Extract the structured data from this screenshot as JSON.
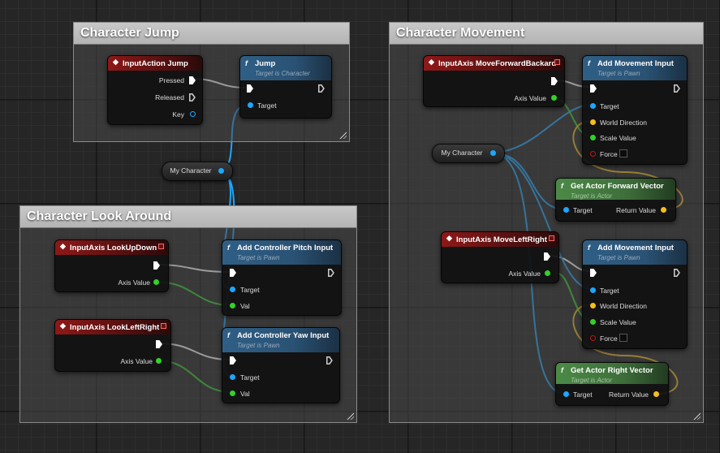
{
  "comments": [
    {
      "title": "Character Jump"
    },
    {
      "title": "Character Movement"
    },
    {
      "title": "Character Look Around"
    }
  ],
  "nodes": {
    "input_action_jump": {
      "title": "InputAction Jump",
      "pins": {
        "pressed": "Pressed",
        "released": "Released",
        "key": "Key"
      }
    },
    "jump": {
      "title": "Jump",
      "subtitle": "Target is Character",
      "pins": {
        "target": "Target"
      }
    },
    "my_character_1": {
      "label": "My Character"
    },
    "input_axis_look_up_down": {
      "title": "InputAxis LookUpDown",
      "pins": {
        "axis_value": "Axis Value"
      }
    },
    "add_controller_pitch_input": {
      "title": "Add Controller Pitch Input",
      "subtitle": "Target is Pawn",
      "pins": {
        "target": "Target",
        "val": "Val"
      }
    },
    "input_axis_look_left_right": {
      "title": "InputAxis LookLeftRight",
      "pins": {
        "axis_value": "Axis Value"
      }
    },
    "add_controller_yaw_input": {
      "title": "Add Controller Yaw Input",
      "subtitle": "Target is Pawn",
      "pins": {
        "target": "Target",
        "val": "Val"
      }
    },
    "input_axis_move_forward": {
      "title": "InputAxis MoveForwardBackard",
      "pins": {
        "axis_value": "Axis Value"
      }
    },
    "add_movement_input_1": {
      "title": "Add Movement Input",
      "subtitle": "Target is Pawn",
      "pins": {
        "target": "Target",
        "world_direction": "World Direction",
        "scale_value": "Scale Value",
        "force": "Force"
      }
    },
    "my_character_2": {
      "label": "My Character"
    },
    "get_actor_forward_vector": {
      "title": "Get Actor Forward Vector",
      "subtitle": "Target is Actor",
      "pins": {
        "target": "Target",
        "return_value": "Return Value"
      }
    },
    "input_axis_move_left_right": {
      "title": "InputAxis MoveLeftRight",
      "pins": {
        "axis_value": "Axis Value"
      }
    },
    "add_movement_input_2": {
      "title": "Add Movement Input",
      "subtitle": "Target is Pawn",
      "pins": {
        "target": "Target",
        "world_direction": "World Direction",
        "scale_value": "Scale Value",
        "force": "Force"
      }
    },
    "get_actor_right_vector": {
      "title": "Get Actor Right Vector",
      "subtitle": "Target is Actor",
      "pins": {
        "target": "Target",
        "return_value": "Return Value"
      }
    }
  },
  "icons": {
    "event": "input-event-icon",
    "function": "function-f-icon"
  },
  "colors": {
    "event_header": "#8f1818",
    "function_header": "#2f5f86",
    "pure_header": "#4c8a47",
    "exec_wire": "#ffffff",
    "object_wire": "#1ea6ff",
    "float_wire": "#33d12b",
    "vector_wire": "#f5be1f"
  }
}
